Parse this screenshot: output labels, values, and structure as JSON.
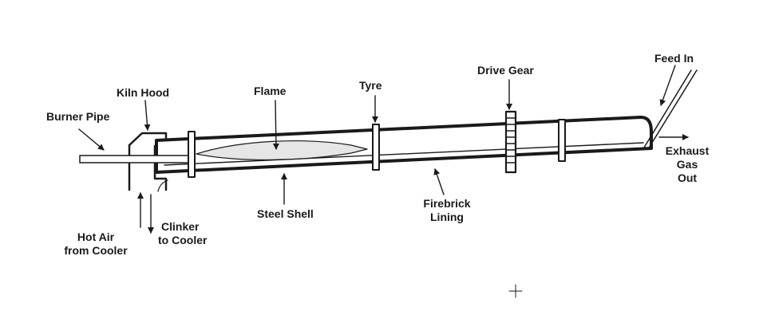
{
  "labels": {
    "burner_pipe": "Burner Pipe",
    "kiln_hood": "Kiln Hood",
    "flame": "Flame",
    "tyre": "Tyre",
    "drive_gear": "Drive Gear",
    "feed_in": "Feed In",
    "exhaust_gas_out": [
      "Exhaust",
      "Gas",
      "Out"
    ],
    "steel_shell": "Steel Shell",
    "firebrick_lining": [
      "Firebrick",
      "Lining"
    ],
    "clinker_to_cooler": [
      "Clinker",
      "to Cooler"
    ],
    "hot_air_from_cooler": [
      "Hot Air",
      "from Cooler"
    ]
  },
  "colors": {
    "ink": "#1a1a1a",
    "shell_fill": "#ffffff",
    "flame_fill": "#e6e6e6"
  }
}
